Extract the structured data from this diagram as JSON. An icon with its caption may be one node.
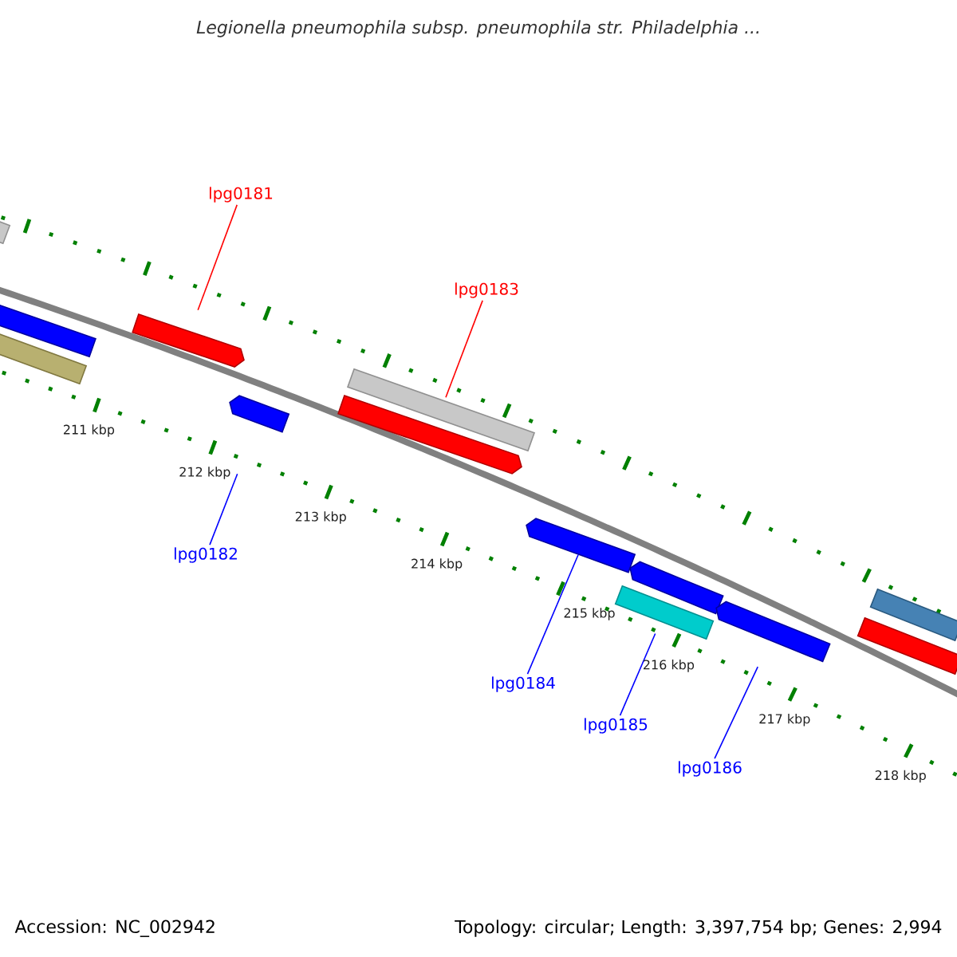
{
  "diagram": {
    "title": "Legionella pneumophila subsp. pneumophila str. Philadelphia ...",
    "nodes": [
      {
        "text": [],
        "shape": "bar"
      },
      {
        "text": [],
        "shape": "bar"
      },
      {
        "text": [],
        "shape": "bar"
      },
      {
        "text": [
          "lpg0181"
        ]
      },
      {
        "text": [],
        "shape": "bar"
      },
      {
        "text": [],
        "shape": "bar"
      },
      {
        "text": [
          "lpg0182"
        ]
      },
      {
        "text": [
          "lpg0183"
        ]
      },
      {
        "text": [],
        "shape": "bar"
      },
      {
        "text": [],
        "shape": "bar"
      },
      {
        "text": [],
        "shape": "bar"
      },
      {
        "text": [
          "lpg0184"
        ]
      },
      {
        "text": [],
        "shape": "bar"
      },
      {
        "text": [],
        "shape": "bar"
      },
      {
        "text": [
          "lpg0185"
        ]
      },
      {
        "text": [],
        "shape": "bar"
      },
      {
        "text": [
          "lpg0186"
        ]
      },
      {
        "text": [],
        "shape": "bar"
      },
      {
        "text": [],
        "shape": "bar"
      }
    ],
    "edges": [
      {
        "from": 3,
        "to": 4,
        "arrow": "none",
        "color": "#ff0000"
      },
      {
        "from": 6,
        "to": 5,
        "arrow": "none"
      },
      {
        "from": 7,
        "to": 8,
        "arrow": "none",
        "color": "#ff0000"
      },
      {
        "from": 11,
        "to": 10,
        "arrow": "none"
      },
      {
        "from": 14,
        "to": 13,
        "arrow": "none"
      },
      {
        "from": 16,
        "to": 15,
        "arrow": "none"
      }
    ],
    "labels": [
      "211 kbp",
      "212 kbp",
      "213 kbp",
      "214 kbp",
      "215 kbp",
      "216 kbp",
      "217 kbp",
      "218 kbp",
      "Accession: NC_002942",
      "Topology: circular; Length: 3,397,754 bp; Genes: 2,994"
    ]
  }
}
